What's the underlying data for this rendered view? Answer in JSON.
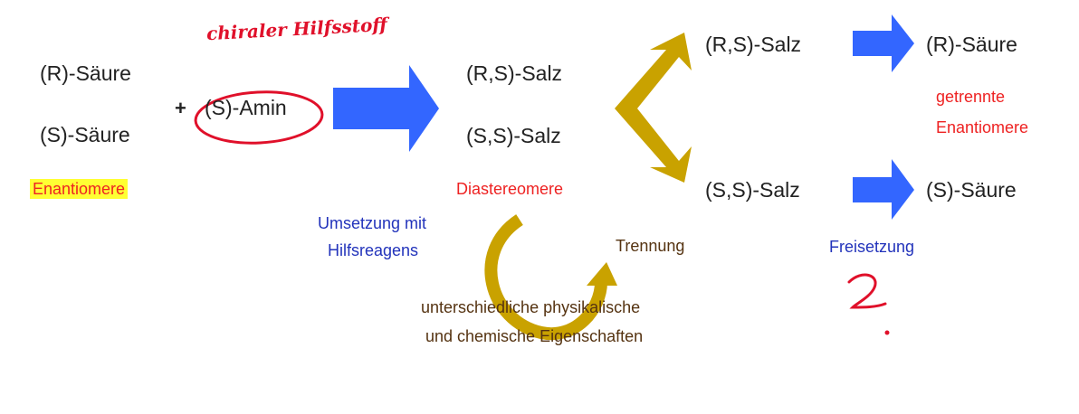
{
  "diagram": {
    "left": {
      "r_acid": "(R)-Säure",
      "s_acid": "(S)-Säure",
      "plus": "+",
      "amine": "(S)-Amin",
      "enantiomers_label": "Enantiomere"
    },
    "handwritten_note": "chiraler Hilfsstoff",
    "step1_label": [
      "Umsetzung mit",
      "Hilfsreagens"
    ],
    "middle": {
      "rs_salt": "(R,S)-Salz",
      "ss_salt": "(S,S)-Salz",
      "diastereomers_label": "Diastereomere"
    },
    "separation_label": "Trennung",
    "properties_label": [
      "unterschiedliche physikalische",
      "und chemische Eigenschaften"
    ],
    "right": {
      "rs_salt": "(R,S)-Salz",
      "ss_salt": "(S,S)-Salz",
      "r_acid": "(R)-Säure",
      "s_acid": "(S)-Säure",
      "separated_label": [
        "getrennte",
        "Enantiomere"
      ],
      "release_label": "Freisetzung"
    },
    "handwritten_mark": "?",
    "colors": {
      "text": "#222222",
      "red": "#ee2222",
      "blue": "#2233bb",
      "brown": "#553311",
      "arrow_blue": "#3366ff",
      "arrow_gold": "#c9a200",
      "highlight": "#ffff33",
      "ink": "#e0102a"
    }
  }
}
